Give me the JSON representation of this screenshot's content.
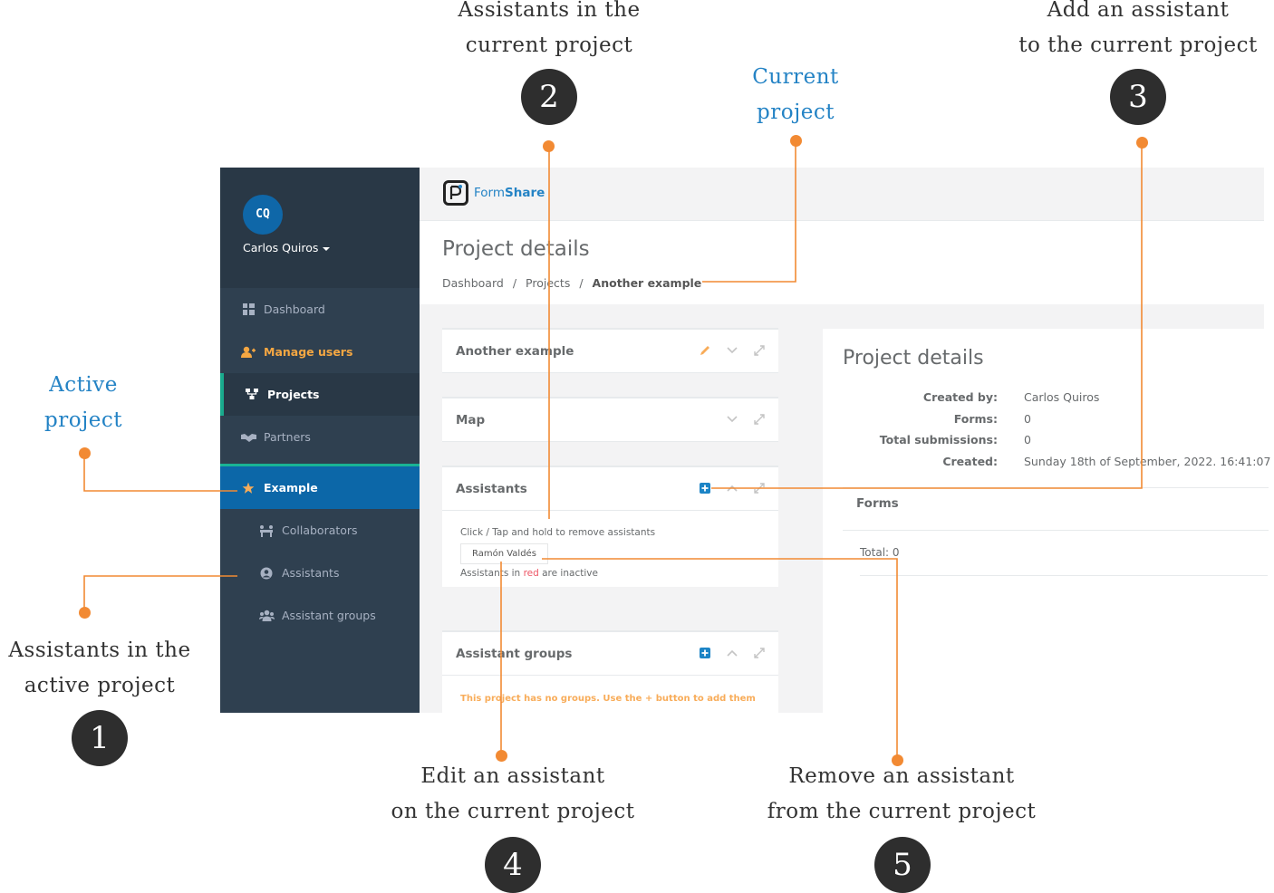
{
  "annotations": {
    "a1": "Assistants in the\nactive project",
    "a2": "Assistants in the\ncurrent project",
    "a3": "Add an assistant\nto the current project",
    "a4": "Edit an assistant\non the current project",
    "a5": "Remove an assistant\nfrom the current project",
    "active_project": "Active\nproject",
    "current_project": "Current\nproject",
    "n1": "1",
    "n2": "2",
    "n3": "3",
    "n4": "4",
    "n5": "5"
  },
  "colors": {
    "accent_orange": "#f28a33",
    "annotation_blue": "#2483c5",
    "sidebar": "#2f4050",
    "active_project_bg": "#0c67a8"
  },
  "sidebar": {
    "avatar": "CQ",
    "user": "Carlos Quiros",
    "items": [
      {
        "label": "Dashboard",
        "icon": "dashboard-icon"
      },
      {
        "label": "Manage users",
        "icon": "add-user-icon"
      },
      {
        "label": "Projects",
        "icon": "sitemap-icon"
      },
      {
        "label": "Partners",
        "icon": "handshake-icon"
      }
    ],
    "project": {
      "label": "Example",
      "icon": "star-icon"
    },
    "subitems": [
      {
        "label": "Collaborators",
        "icon": "collaborators-icon"
      },
      {
        "label": "Assistants",
        "icon": "user-circle-icon"
      },
      {
        "label": "Assistant groups",
        "icon": "users-icon"
      }
    ]
  },
  "brand": {
    "form": "Form",
    "share": "Share"
  },
  "page": {
    "title": "Project details",
    "breadcrumb": [
      "Dashboard",
      "Projects",
      "Another example"
    ],
    "separator": "/"
  },
  "panels": {
    "project": "Another example",
    "map": "Map",
    "assistants": {
      "title": "Assistants",
      "hint": "Click / Tap and hold to remove assistants",
      "chip": "Ramón Valdés",
      "inactive_pre": "Assistants in ",
      "inactive_red": "red",
      "inactive_post": " are inactive"
    },
    "groups": {
      "title": "Assistant groups",
      "empty": "This project has no groups. Use the + button to add them"
    }
  },
  "details": {
    "title": "Project details",
    "rows": [
      {
        "k": "Created by:",
        "v": "Carlos Quiros"
      },
      {
        "k": "Forms:",
        "v": "0"
      },
      {
        "k": "Total submissions:",
        "v": "0"
      },
      {
        "k": "Created:",
        "v": "Sunday 18th of September, 2022. 16:41:07"
      }
    ],
    "forms_title": "Forms",
    "total": "Total: 0"
  }
}
